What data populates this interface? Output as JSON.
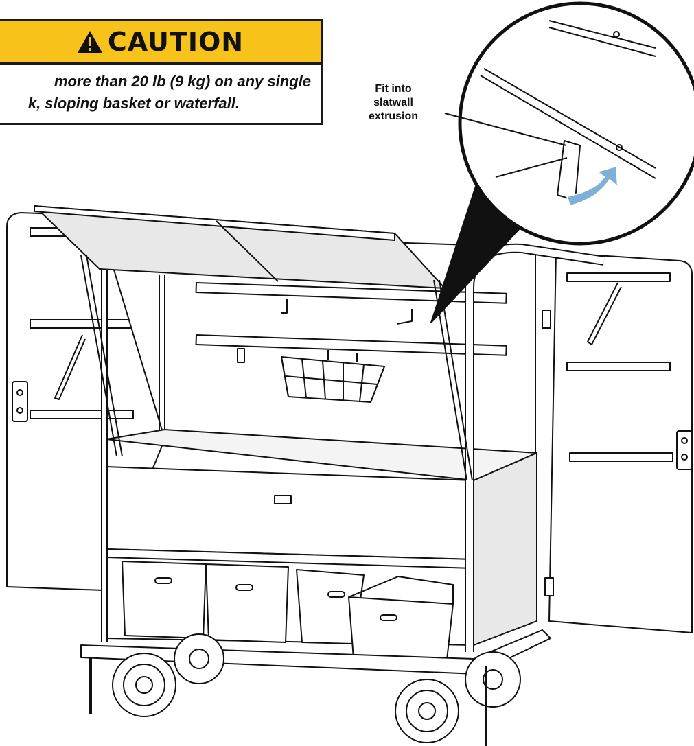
{
  "caution": {
    "signal_word": "CAUTION",
    "icon": "warning-triangle-icon",
    "line1": "more than 20 lb (9 kg) on any single",
    "line2": "k, sloping basket or waterfall.",
    "header_color": "#f7c21a"
  },
  "callout": {
    "line1": "Fit into",
    "line2": "slatwall",
    "line3": "extrusion"
  },
  "colors": {
    "stroke": "#111111",
    "panel_fill": "#e8e8e8",
    "arrow_fill": "#7fb0d8"
  }
}
